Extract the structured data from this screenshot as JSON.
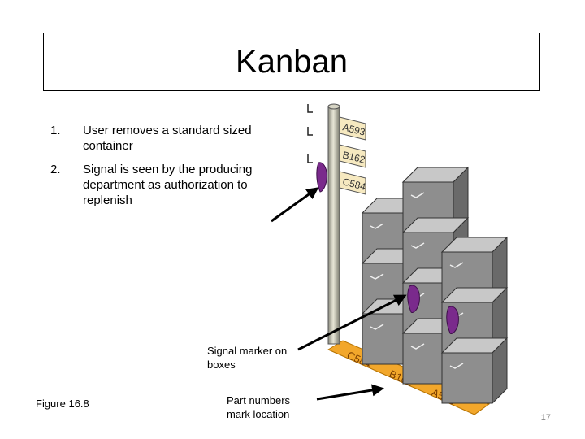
{
  "title": "Kanban",
  "steps": [
    {
      "number": "1.",
      "text": "User removes a standard sized container"
    },
    {
      "number": "2.",
      "text": "Signal is seen by the producing department as authorization to replenish"
    }
  ],
  "signs": [
    "A593",
    "B162",
    "C584"
  ],
  "floor_labels": [
    "C584",
    "B162",
    "A593"
  ],
  "labels": {
    "signal_marker": "Signal marker on boxes",
    "part_numbers": "Part numbers mark location",
    "figure": "Figure 16.8"
  },
  "slide_number": "17",
  "colors": {
    "marker": "#7a2a8c",
    "floor": "#f2a72b",
    "box": "#8a8a8a",
    "sign": "#f6e9c0"
  }
}
